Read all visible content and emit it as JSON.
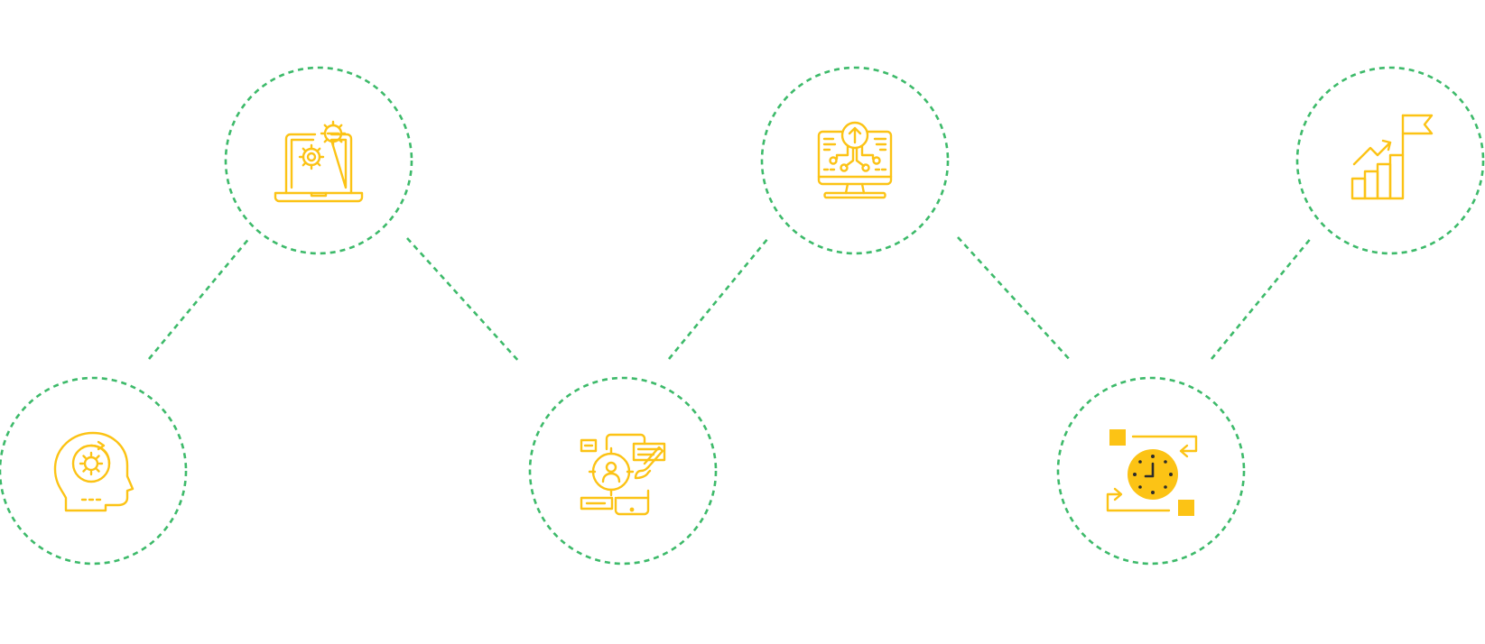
{
  "colors": {
    "ring": "#3dba6a",
    "icon": "#fcc315",
    "icon_dark": "#2b2b2b",
    "background": "#ffffff"
  },
  "nodes": [
    {
      "id": "step-1",
      "icon": "head-gear-icon"
    },
    {
      "id": "step-2",
      "icon": "laptop-gears-icon"
    },
    {
      "id": "step-3",
      "icon": "person-target-design-icon"
    },
    {
      "id": "step-4",
      "icon": "monitor-upload-network-icon"
    },
    {
      "id": "step-5",
      "icon": "clock-exchange-icon"
    },
    {
      "id": "step-6",
      "icon": "growth-bars-flag-icon"
    }
  ]
}
